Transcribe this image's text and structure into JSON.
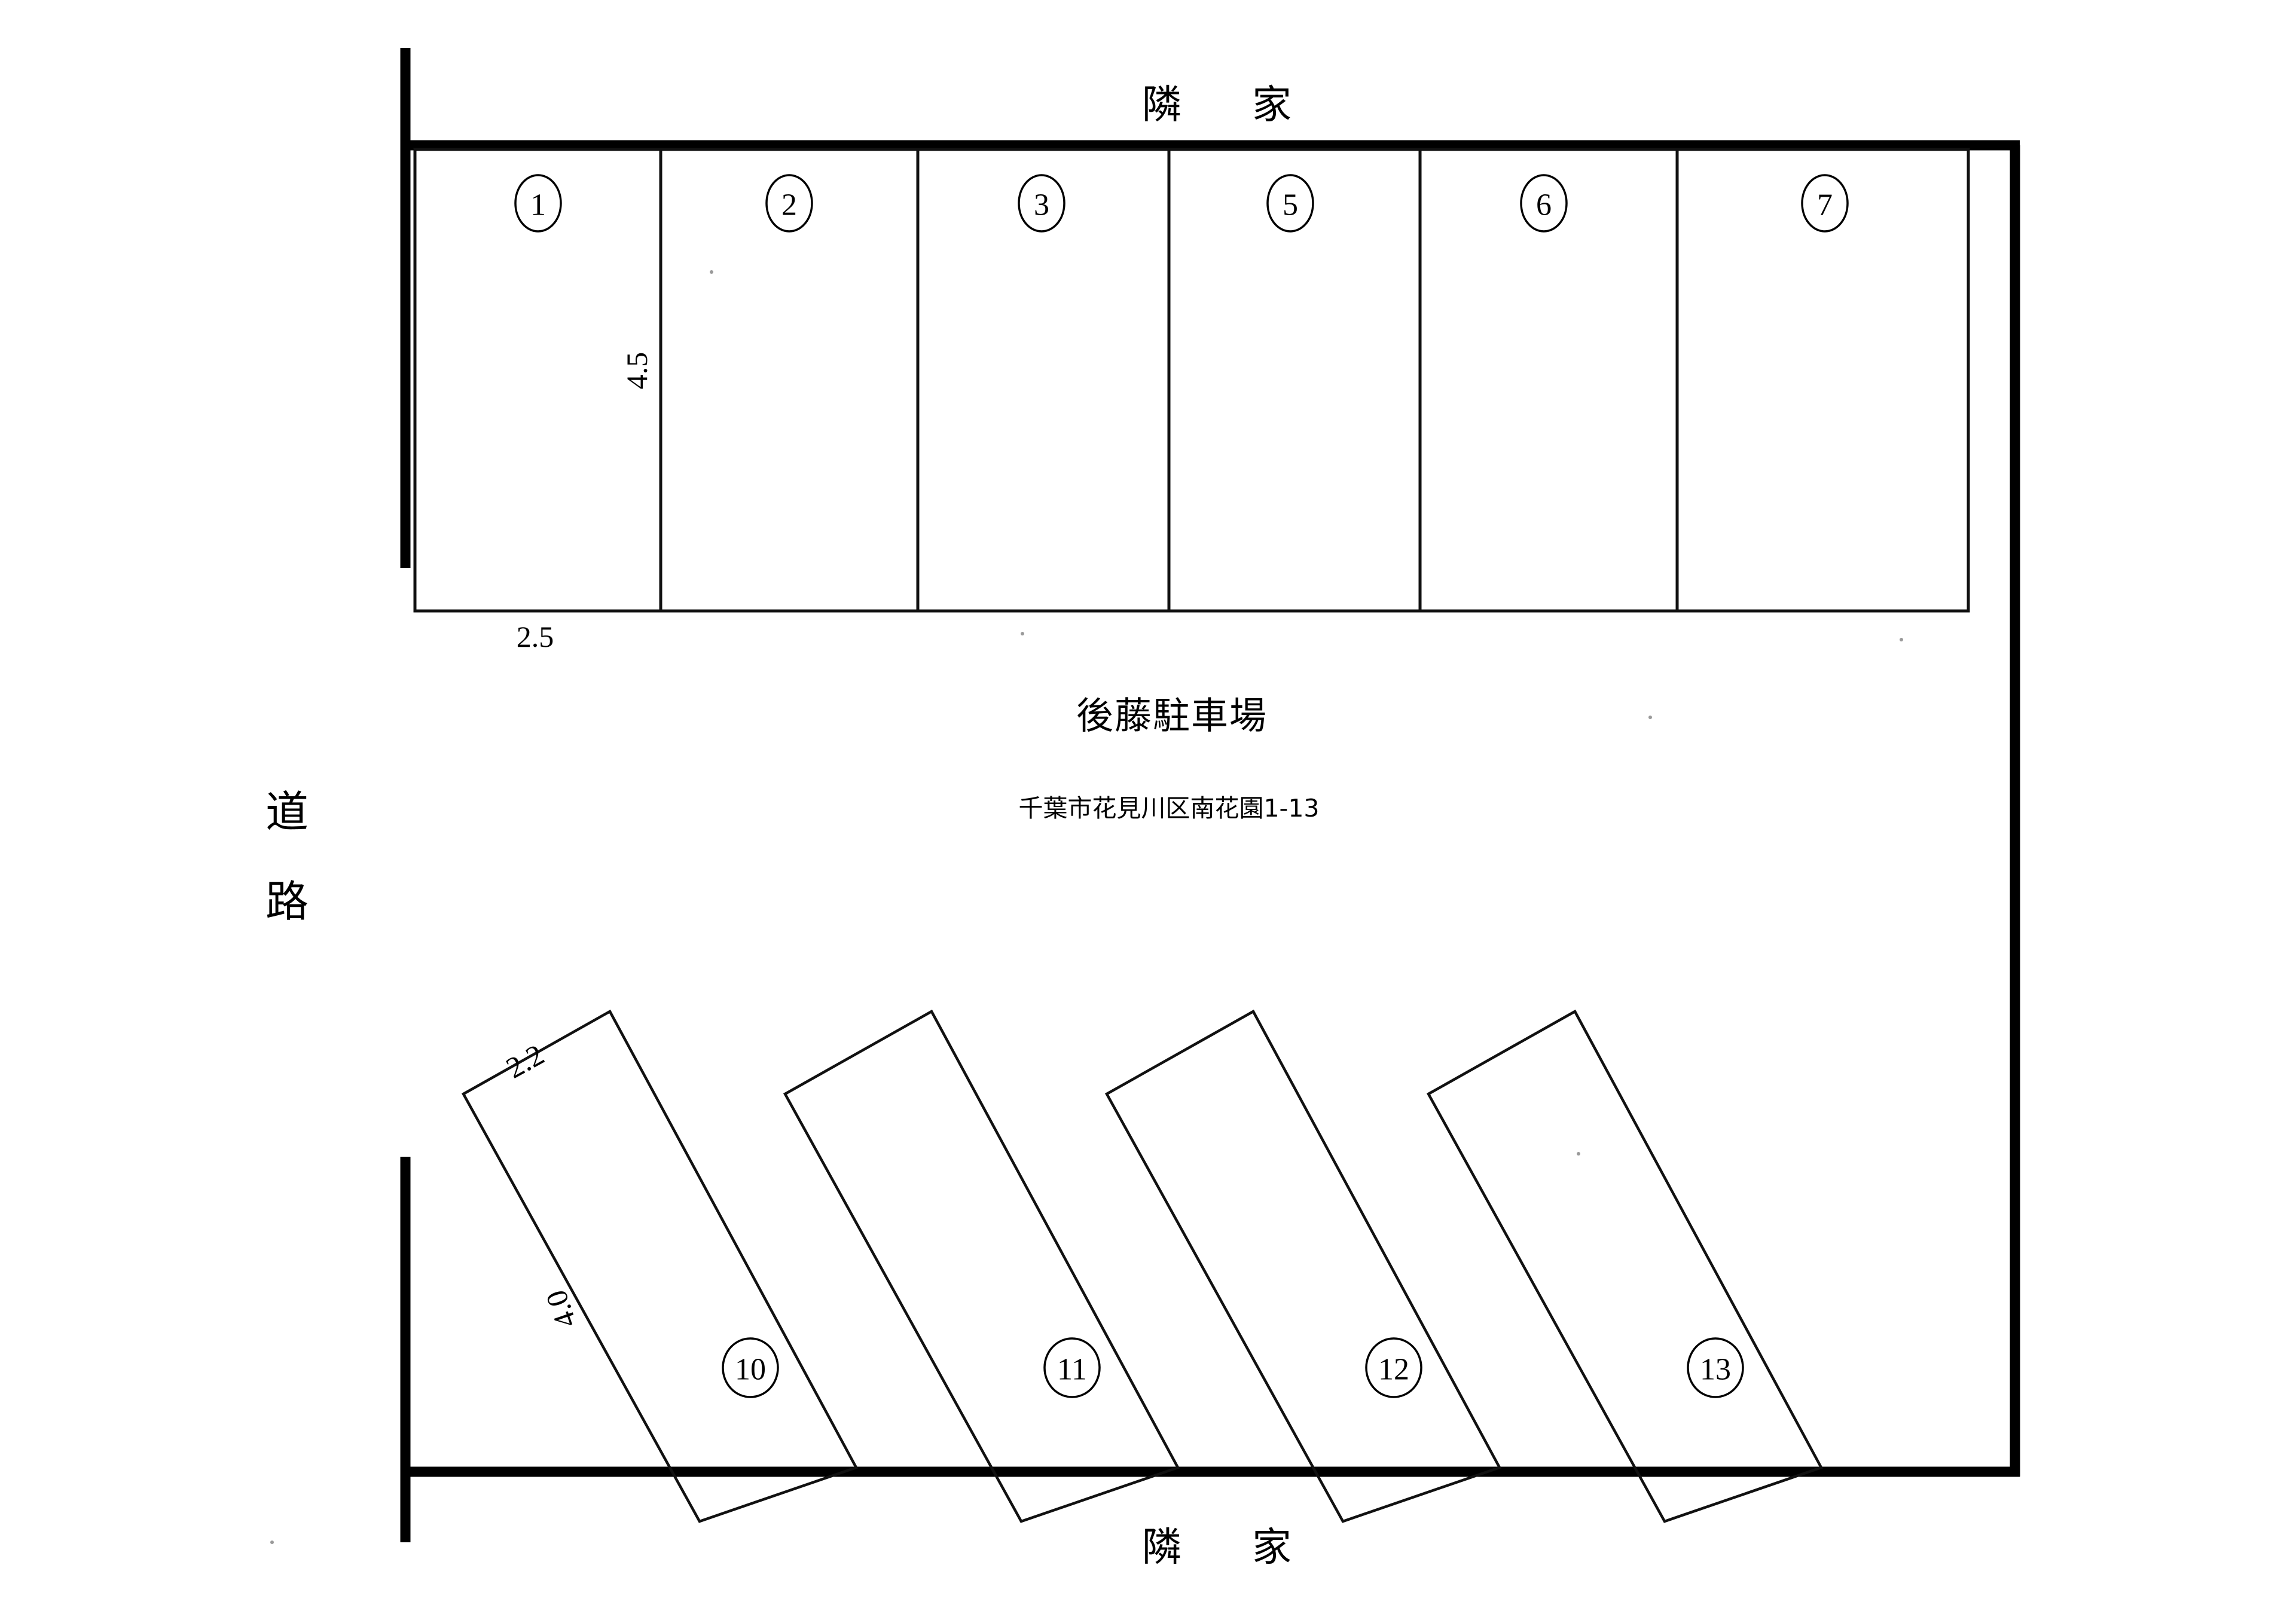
{
  "document": {
    "title": "後藤駐車場",
    "address": "千葉市花見川区南花園1-13",
    "background_color": "#ffffff",
    "ink_color": "#000000"
  },
  "labels": {
    "neighbor_top": "隣　家",
    "neighbor_bottom": "隣　家",
    "road_left_line1": "道",
    "road_left_line2": "路"
  },
  "dimensions": {
    "top_row_depth": "4.5",
    "top_row_width": "2.5",
    "diagonal_short_side": "2.2",
    "diagonal_long_side": "4.0"
  },
  "top_row": {
    "count": 6,
    "stalls": [
      {
        "number": "1",
        "circled": "①"
      },
      {
        "number": "2",
        "circled": "②"
      },
      {
        "number": "3",
        "circled": "③"
      },
      {
        "number": "5",
        "circled": "⑤"
      },
      {
        "number": "6",
        "circled": "⑥"
      },
      {
        "number": "7",
        "circled": "⑦"
      }
    ]
  },
  "bottom_row": {
    "count": 4,
    "stalls": [
      {
        "number": "10",
        "circled": "⑩"
      },
      {
        "number": "11",
        "circled": "⑪"
      },
      {
        "number": "12",
        "circled": "⑫"
      },
      {
        "number": "13",
        "circled": "⑬"
      }
    ]
  }
}
